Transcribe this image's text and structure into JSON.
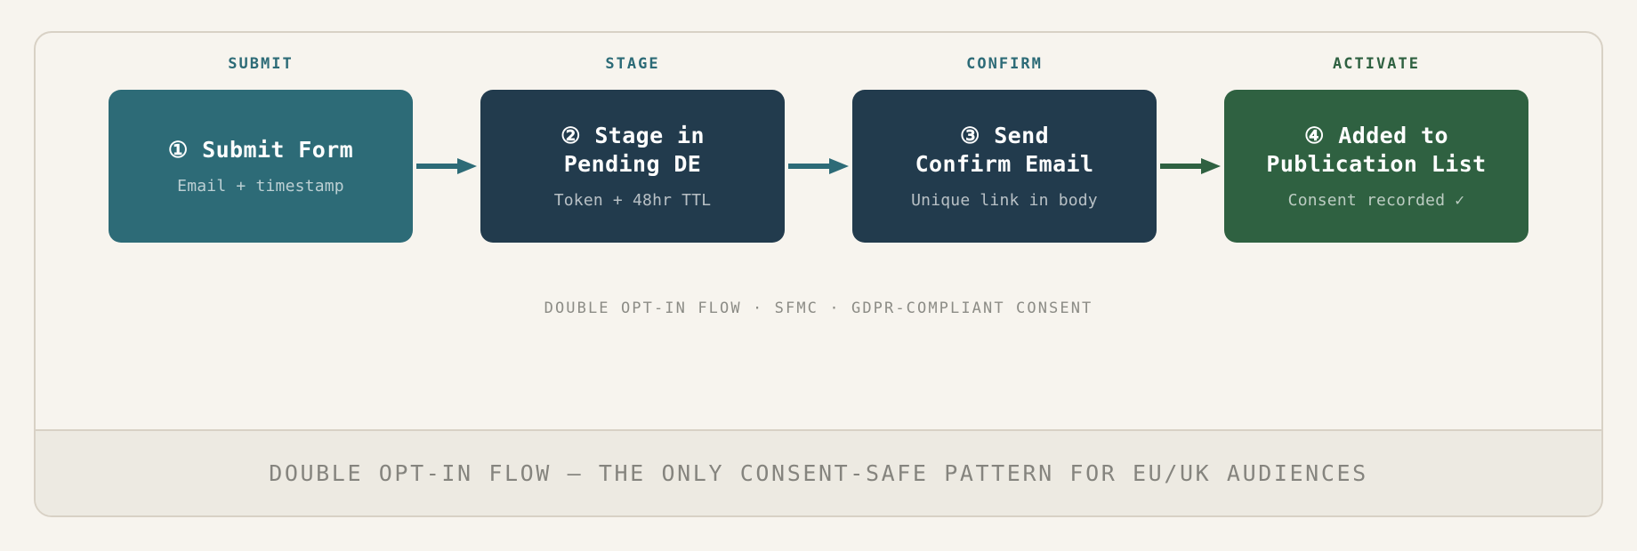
{
  "diagram": {
    "steps": [
      {
        "label": "SUBMIT",
        "title": "① Submit Form",
        "subtitle": "Email + timestamp",
        "tone": "teal",
        "color": "#2D6B77"
      },
      {
        "label": "STAGE",
        "title": "② Stage in\nPending DE",
        "subtitle": "Token + 48hr TTL",
        "tone": "navy",
        "color": "#223B4D"
      },
      {
        "label": "CONFIRM",
        "title": "③ Send\nConfirm Email",
        "subtitle": "Unique link in body",
        "tone": "navy",
        "color": "#223B4D"
      },
      {
        "label": "ACTIVATE",
        "title": "④ Added to\nPublication List",
        "subtitle": "Consent recorded ✓",
        "tone": "green",
        "color": "#2F6141"
      }
    ],
    "arrows": [
      {
        "color": "#2D6B77"
      },
      {
        "color": "#2D6B77"
      },
      {
        "color": "#2F6141"
      }
    ],
    "caption": "DOUBLE OPT-IN FLOW · SFMC · GDPR-COMPLIANT CONSENT",
    "footer": "DOUBLE OPT-IN FLOW — THE ONLY CONSENT-SAFE PATTERN FOR EU/UK AUDIENCES"
  },
  "theme": {
    "background": "#F7F4EE",
    "panel_border": "#D8D1C5",
    "footer_background": "#EDEAE2",
    "caption_color": "#8C8C86",
    "footer_color": "#85847E"
  }
}
